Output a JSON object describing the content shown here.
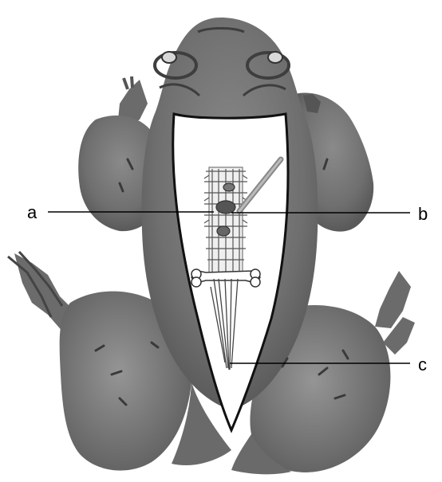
{
  "figure": {
    "labels": [
      {
        "id": "a",
        "text": "a"
      },
      {
        "id": "b",
        "text": "b"
      },
      {
        "id": "c",
        "text": "c"
      }
    ]
  }
}
